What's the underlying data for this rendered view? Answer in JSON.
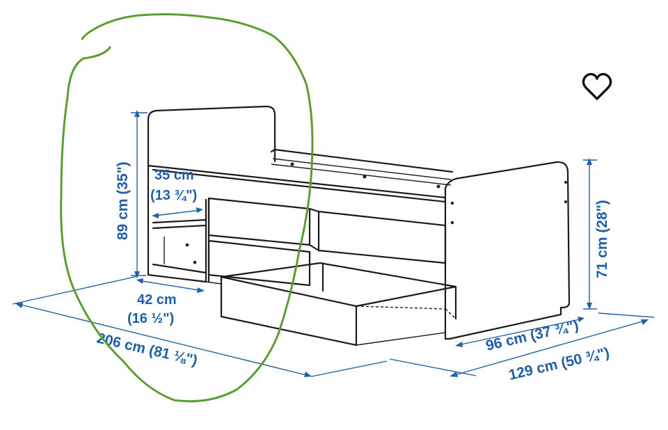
{
  "dimensions": {
    "headboard_height_cm": "89 cm (35\")",
    "shelf_width_cm": "35 cm",
    "shelf_width_in": "(13 ¾\")",
    "shelf_depth_cm": "42 cm",
    "shelf_depth_in": "(16 ½\")",
    "length": "206 cm (81 ⅛\")",
    "footboard_height": "71 cm (28\")",
    "width_inner": "96 cm (37 ¾\")",
    "width_total": "129 cm (50 ¾\")"
  },
  "favorite_icon": "heart-outline-icon",
  "colors": {
    "dimension_blue": "#1f5fa8",
    "annotation_green": "#5a9e2f",
    "line_black": "#1a1a1a"
  }
}
